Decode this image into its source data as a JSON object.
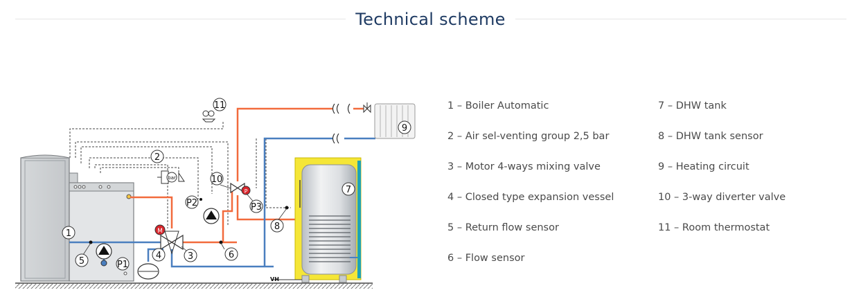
{
  "title": "Technical scheme",
  "legend_left": [
    "1 – Boiler Automatic",
    "2 – Air sel-venting group 2,5 bar",
    "3 – Motor 4-ways mixing valve",
    "4 – Closed type expansion vessel",
    "5 – Return flow sensor",
    "6 – Flow sensor"
  ],
  "legend_right": [
    "7 – DHW tank",
    "8 – DHW tank sensor",
    "9 – Heating circuit",
    "10 – 3-way diverter valve",
    "11 – Room thermostat"
  ],
  "scheme_labels": {
    "n1": "1",
    "n2": "2",
    "n3": "3",
    "n4": "4",
    "n5": "5",
    "n6": "6",
    "n7": "7",
    "n8": "8",
    "n9": "9",
    "n10": "10",
    "n11": "11",
    "p1": "P1",
    "p2": "P2",
    "p3": "P3",
    "bar": "bar",
    "motor": "M",
    "pump_p": "P",
    "vh": "VH"
  },
  "colors": {
    "hot_pipe": "#f26a3c",
    "cold_pipe": "#4a7fbf",
    "tank_insulation": "#f5e637",
    "tank_frame": "#1fa3b5",
    "title": "#1f3b63",
    "pump_red": "#d8262c"
  }
}
